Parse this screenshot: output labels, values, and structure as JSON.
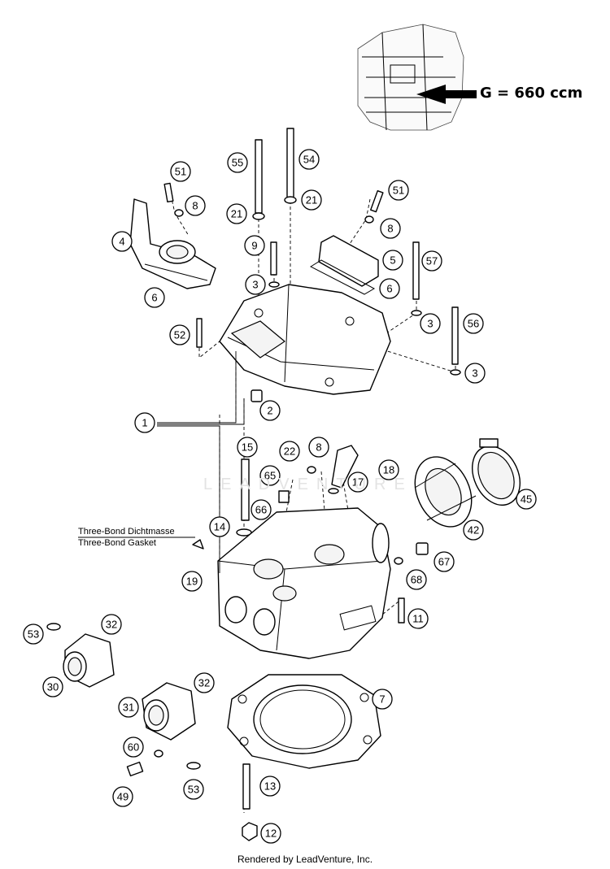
{
  "header": {
    "variant_label": "G = 660 ccm"
  },
  "sealant_note": {
    "line_de": "Three-Bond Dichtmasse",
    "line_en": "Three-Bond Gasket"
  },
  "watermark": {
    "text": "LEADVENTURE"
  },
  "footer": {
    "credit": "Rendered by LeadVenture, Inc."
  },
  "callouts": [
    {
      "num": "51"
    },
    {
      "num": "8"
    },
    {
      "num": "4"
    },
    {
      "num": "6"
    },
    {
      "num": "55"
    },
    {
      "num": "54"
    },
    {
      "num": "21"
    },
    {
      "num": "21"
    },
    {
      "num": "51"
    },
    {
      "num": "8"
    },
    {
      "num": "9"
    },
    {
      "num": "5"
    },
    {
      "num": "57"
    },
    {
      "num": "3"
    },
    {
      "num": "6"
    },
    {
      "num": "3"
    },
    {
      "num": "56"
    },
    {
      "num": "52"
    },
    {
      "num": "3"
    },
    {
      "num": "2"
    },
    {
      "num": "1"
    },
    {
      "num": "15"
    },
    {
      "num": "22"
    },
    {
      "num": "8"
    },
    {
      "num": "18"
    },
    {
      "num": "65"
    },
    {
      "num": "17"
    },
    {
      "num": "66"
    },
    {
      "num": "45"
    },
    {
      "num": "14"
    },
    {
      "num": "42"
    },
    {
      "num": "67"
    },
    {
      "num": "19"
    },
    {
      "num": "68"
    },
    {
      "num": "11"
    },
    {
      "num": "53"
    },
    {
      "num": "32"
    },
    {
      "num": "30"
    },
    {
      "num": "32"
    },
    {
      "num": "31"
    },
    {
      "num": "7"
    },
    {
      "num": "60"
    },
    {
      "num": "49"
    },
    {
      "num": "53"
    },
    {
      "num": "13"
    },
    {
      "num": "12"
    }
  ]
}
